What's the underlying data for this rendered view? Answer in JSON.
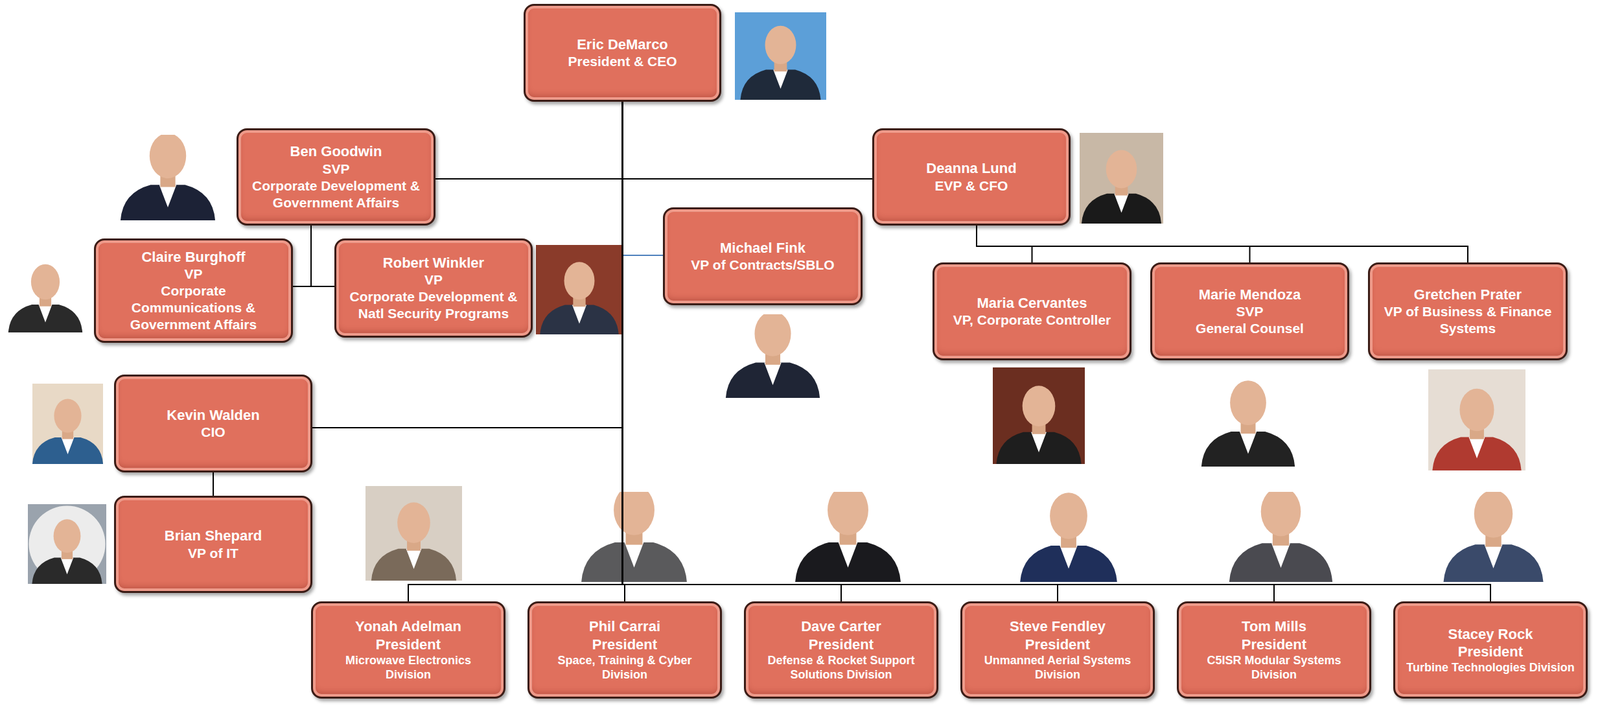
{
  "diagram": {
    "nodes": [
      {
        "text": [
          "Eric DeMarco",
          "President & CEO"
        ]
      },
      {
        "text": [
          "Ben Goodwin",
          "SVP",
          "Corporate Development & Government Affairs"
        ]
      },
      {
        "text": [
          "Deanna Lund",
          "EVP & CFO"
        ]
      },
      {
        "text": [
          "Claire Burghoff",
          "VP",
          "Corporate Communications & Government Affairs"
        ]
      },
      {
        "text": [
          "Robert Winkler",
          "VP",
          "Corporate Development & Natl Security Programs"
        ]
      },
      {
        "text": [
          "Michael Fink",
          "VP of Contracts/SBLO"
        ]
      },
      {
        "text": [
          "Maria Cervantes",
          "VP, Corporate Controller"
        ]
      },
      {
        "text": [
          "Marie Mendoza",
          "SVP",
          "General Counsel"
        ]
      },
      {
        "text": [
          "Gretchen Prater",
          "VP of Business & Finance Systems"
        ]
      },
      {
        "text": [
          "Kevin Walden",
          "CIO"
        ]
      },
      {
        "text": [
          "Brian Shepard",
          "VP of IT"
        ]
      },
      {
        "text": [
          "Yonah Adelman",
          "President",
          "Microwave Electronics Division"
        ]
      },
      {
        "text": [
          "Phil Carrai",
          "President",
          "Space, Training & Cyber Division"
        ]
      },
      {
        "text": [
          "Dave Carter",
          "President",
          "Defense & Rocket Support Solutions Division"
        ]
      },
      {
        "text": [
          "Steve Fendley",
          "President",
          "Unmanned Aerial Systems Division"
        ]
      },
      {
        "text": [
          "Tom Mills",
          "President",
          "C5ISR Modular Systems Division"
        ]
      },
      {
        "text": [
          "Stacey Rock",
          "President",
          "Turbine Technologies Division"
        ]
      }
    ],
    "edges": [
      {
        "from": 0,
        "to": 1,
        "arrow": "none"
      },
      {
        "from": 0,
        "to": 2,
        "arrow": "none"
      },
      {
        "from": 1,
        "to": 3,
        "arrow": "none"
      },
      {
        "from": 1,
        "to": 4,
        "arrow": "none"
      },
      {
        "from": 0,
        "to": 5,
        "arrow": "none"
      },
      {
        "from": 2,
        "to": 6,
        "arrow": "none"
      },
      {
        "from": 2,
        "to": 7,
        "arrow": "none"
      },
      {
        "from": 2,
        "to": 8,
        "arrow": "none"
      },
      {
        "from": 0,
        "to": 9,
        "arrow": "none"
      },
      {
        "from": 9,
        "to": 10,
        "arrow": "none"
      },
      {
        "from": 0,
        "to": 11,
        "arrow": "none"
      },
      {
        "from": 0,
        "to": 12,
        "arrow": "none"
      },
      {
        "from": 0,
        "to": 13,
        "arrow": "none"
      },
      {
        "from": 0,
        "to": 14,
        "arrow": "none"
      },
      {
        "from": 0,
        "to": 15,
        "arrow": "none"
      },
      {
        "from": 0,
        "to": 16,
        "arrow": "none"
      }
    ]
  }
}
